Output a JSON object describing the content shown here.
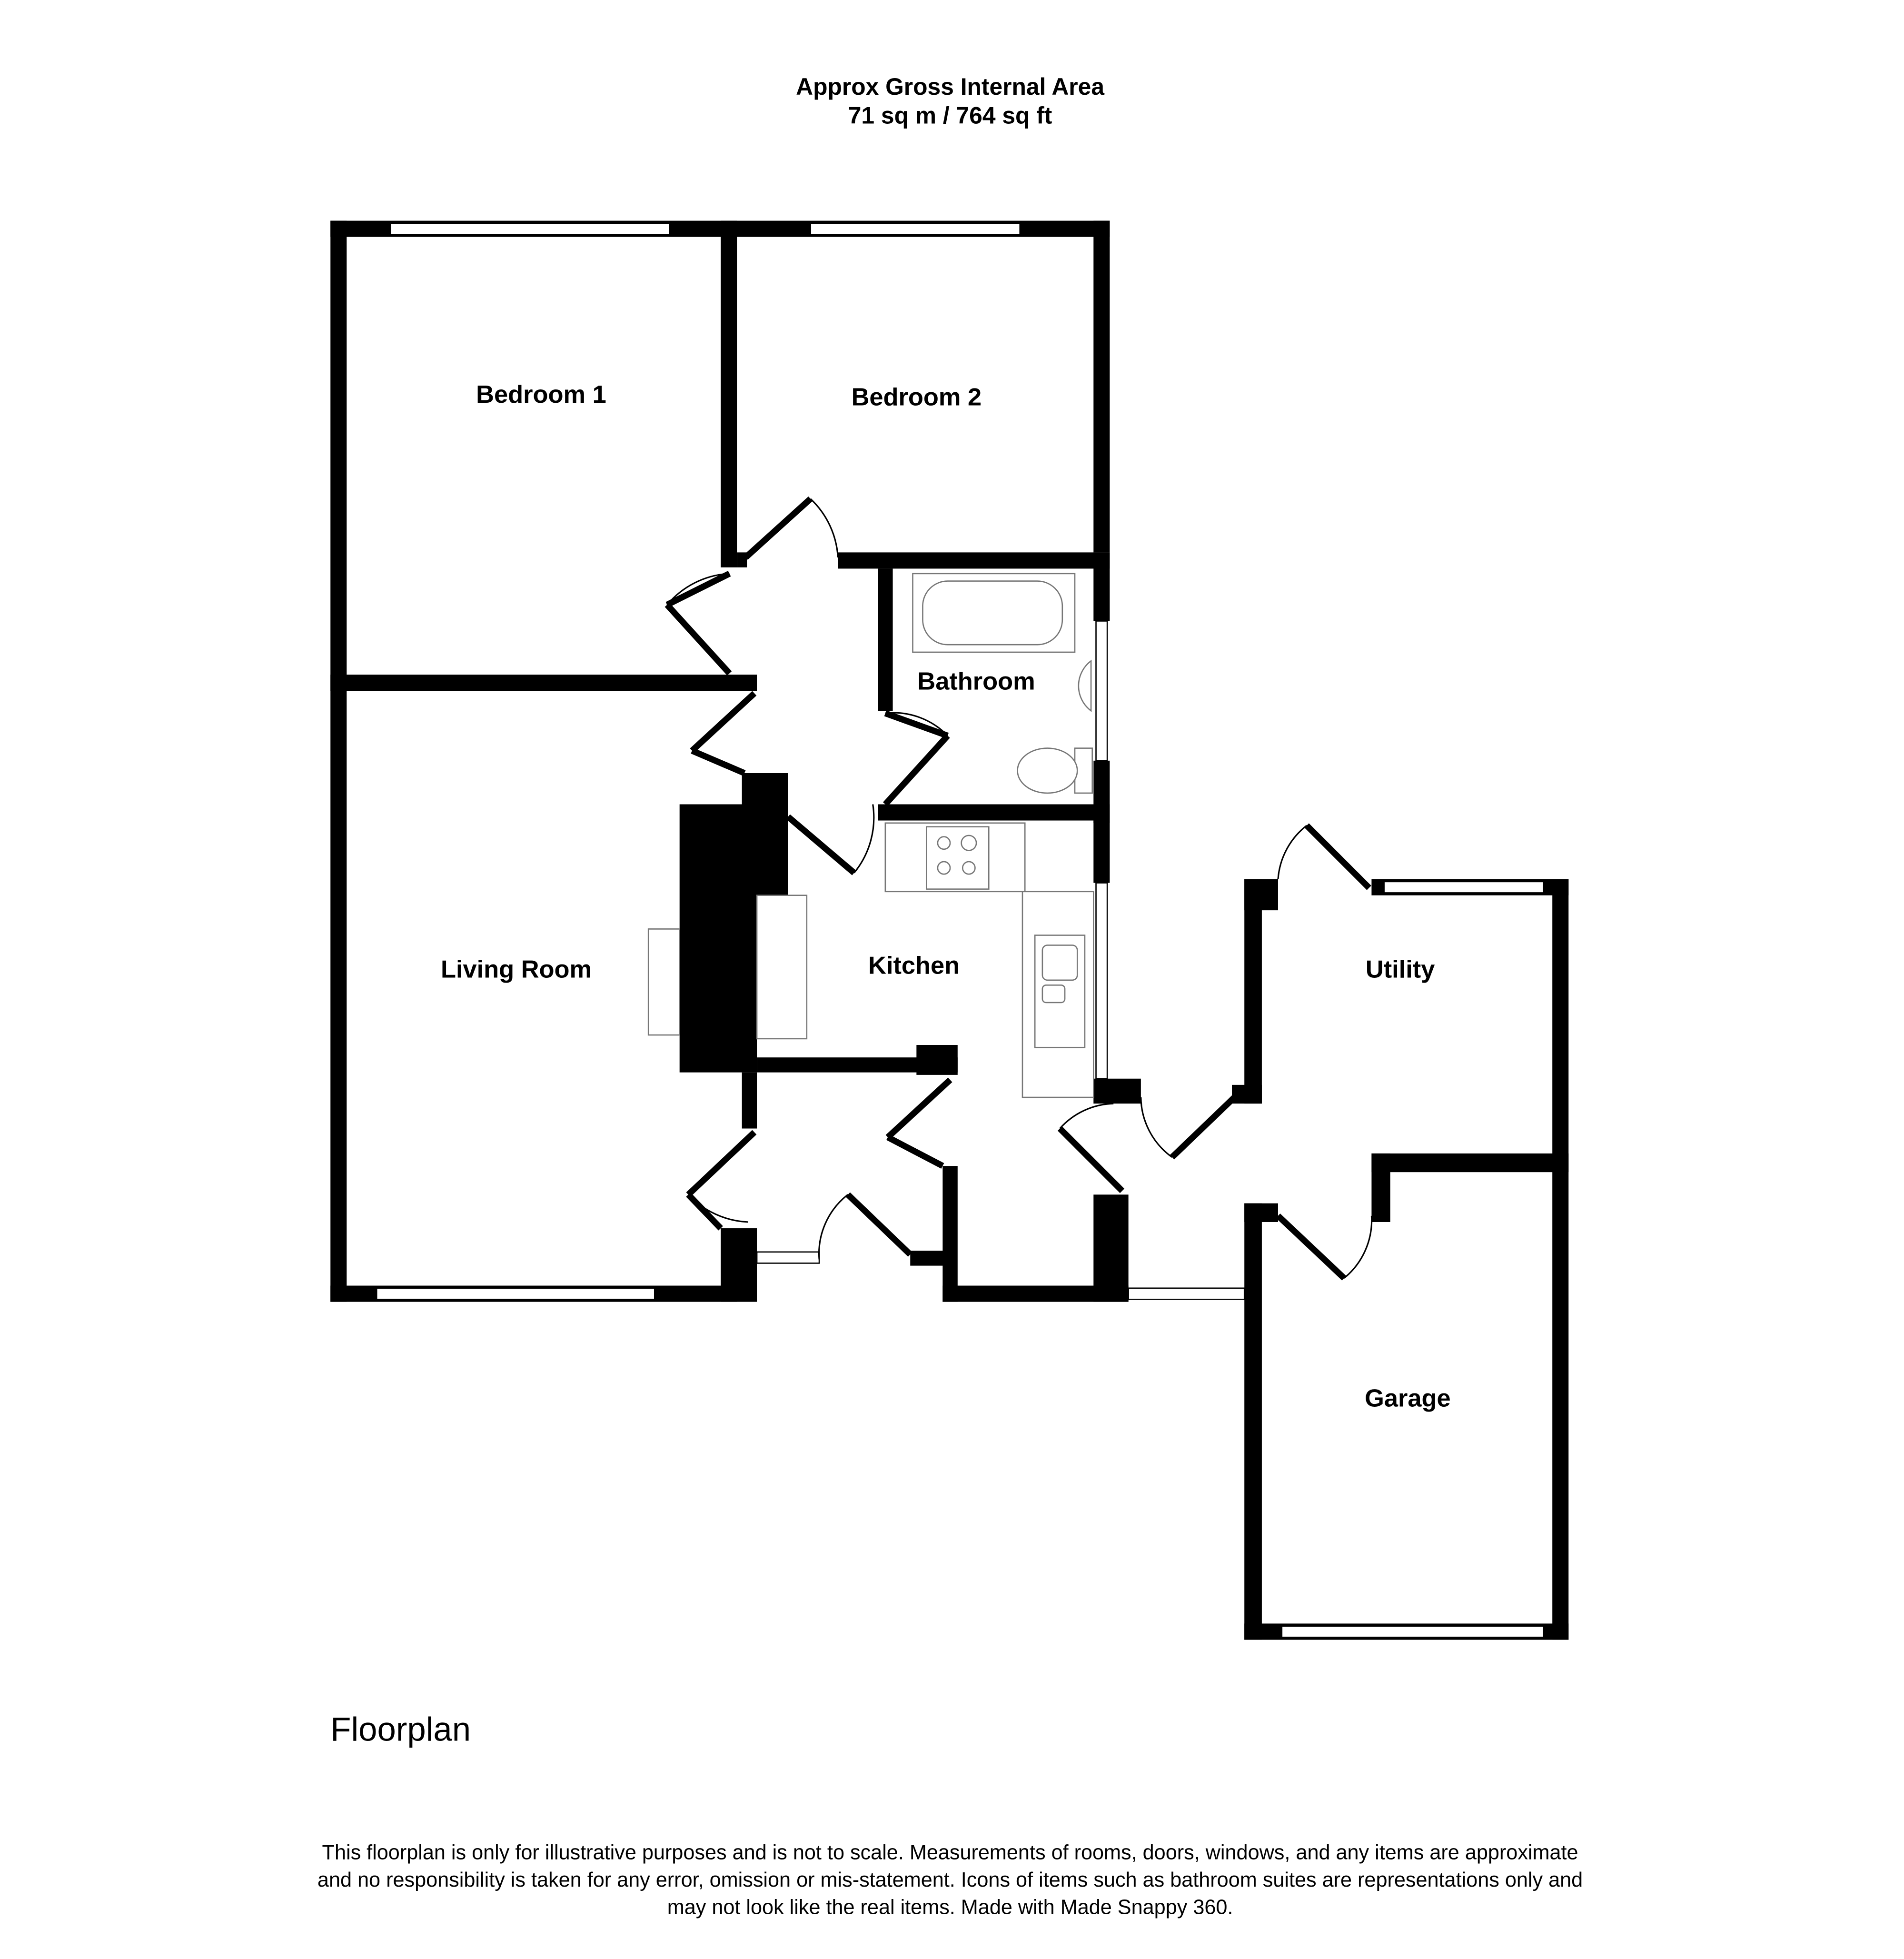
{
  "header": {
    "title_line1": "Approx Gross Internal Area",
    "title_line2": "71 sq m / 764 sq ft"
  },
  "rooms": {
    "bedroom1": "Bedroom 1",
    "bedroom2": "Bedroom 2",
    "bathroom": "Bathroom",
    "living_room": "Living Room",
    "kitchen": "Kitchen",
    "utility": "Utility",
    "garage": "Garage"
  },
  "floor_label": "Floorplan",
  "disclaimer": {
    "line1": "This floorplan is only for illustrative purposes and is not to scale. Measurements of rooms, doors, windows, and any items are approximate",
    "line2": "and no responsibility is taken for any error, omission or mis-statement. Icons of items such as bathroom suites are representations only and",
    "line3": "may not look like the real items. Made with Made Snappy 360."
  }
}
